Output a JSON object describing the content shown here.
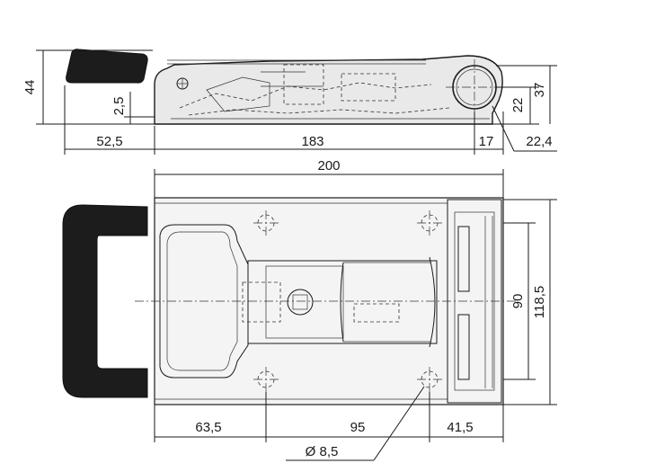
{
  "dimensions": {
    "top_view": {
      "height_total": "44",
      "height_step": "2,5",
      "handle_length": "52,5",
      "body_length": "183",
      "end_offset": "17",
      "hinge_diameter": "22,4",
      "hinge_height": "22",
      "overall_height": "37"
    },
    "plan_view": {
      "overall_length": "200",
      "hole_spacing_width": "90",
      "overall_width": "118,5",
      "hole_offset_left": "63,5",
      "hole_pitch": "95",
      "hole_offset_right": "41,5",
      "hole_diameter": "Ø 8,5"
    }
  }
}
